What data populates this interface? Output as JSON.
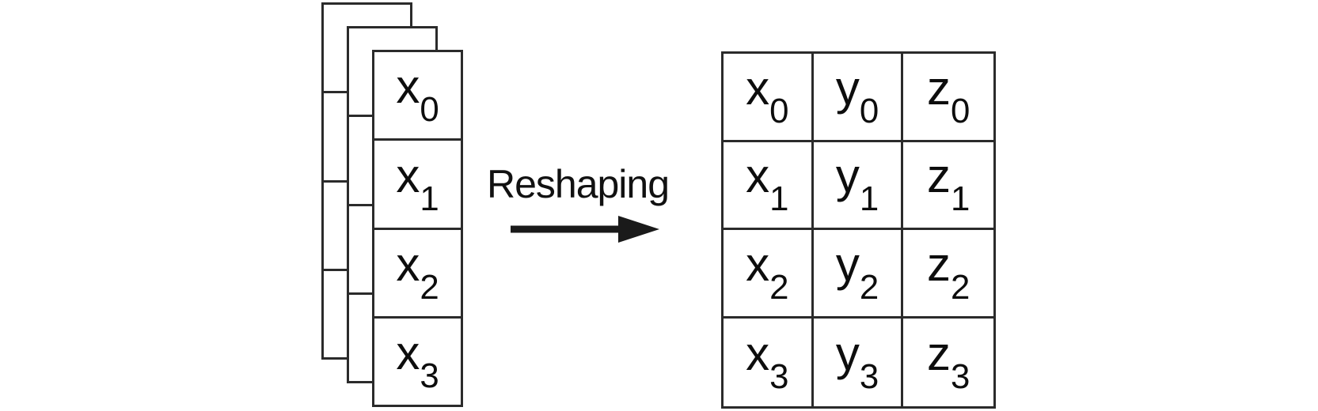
{
  "diagram": {
    "arrow_label": "Reshaping",
    "stack": {
      "layer_count": 3,
      "front_cells": [
        {
          "base": "x",
          "sub": "0"
        },
        {
          "base": "x",
          "sub": "1"
        },
        {
          "base": "x",
          "sub": "2"
        },
        {
          "base": "x",
          "sub": "3"
        }
      ]
    },
    "table": {
      "rows": [
        [
          {
            "base": "x",
            "sub": "0"
          },
          {
            "base": "y",
            "sub": "0"
          },
          {
            "base": "z",
            "sub": "0"
          }
        ],
        [
          {
            "base": "x",
            "sub": "1"
          },
          {
            "base": "y",
            "sub": "1"
          },
          {
            "base": "z",
            "sub": "1"
          }
        ],
        [
          {
            "base": "x",
            "sub": "2"
          },
          {
            "base": "y",
            "sub": "2"
          },
          {
            "base": "z",
            "sub": "2"
          }
        ],
        [
          {
            "base": "x",
            "sub": "3"
          },
          {
            "base": "y",
            "sub": "3"
          },
          {
            "base": "z",
            "sub": "3"
          }
        ]
      ]
    }
  },
  "colors": {
    "line": "#2b2b2b",
    "text": "#0d0d0d",
    "background": "#ffffff"
  }
}
